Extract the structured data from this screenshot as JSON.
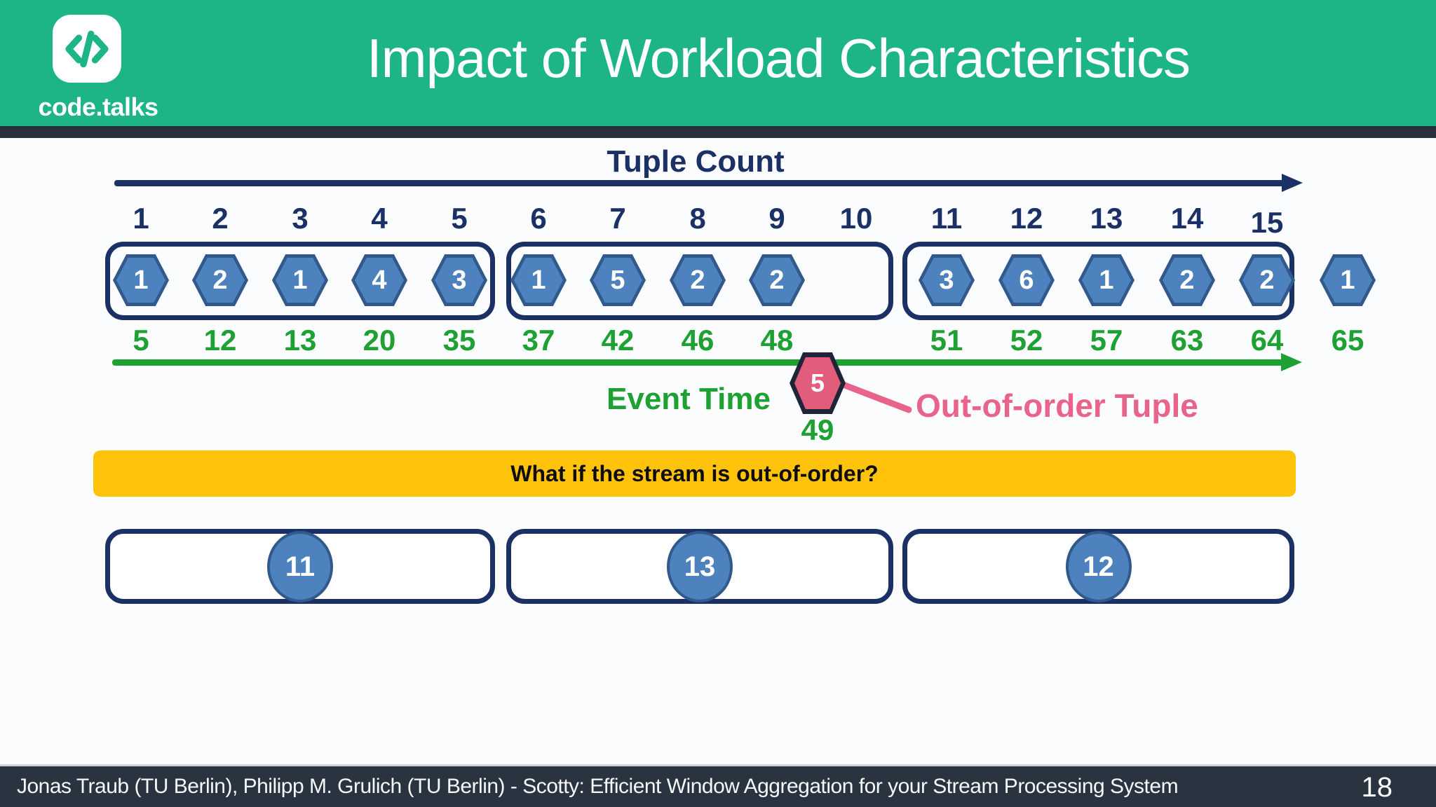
{
  "header": {
    "logo_text": "code.talks",
    "title": "Impact of Workload Characteristics"
  },
  "stream_diagram": {
    "tuple_count_axis": {
      "label": "Tuple Count",
      "ticks": [
        "1",
        "2",
        "3",
        "4",
        "5",
        "6",
        "7",
        "8",
        "9",
        "10",
        "11",
        "12",
        "13",
        "14",
        "15"
      ]
    },
    "windows": [
      {
        "tuples": [
          {
            "col": 1,
            "value": "1"
          },
          {
            "col": 2,
            "value": "2"
          },
          {
            "col": 3,
            "value": "1"
          },
          {
            "col": 4,
            "value": "4"
          },
          {
            "col": 5,
            "value": "3"
          }
        ]
      },
      {
        "tuples": [
          {
            "col": 6,
            "value": "1"
          },
          {
            "col": 7,
            "value": "5"
          },
          {
            "col": 8,
            "value": "2"
          },
          {
            "col": 9,
            "value": "2"
          }
        ]
      },
      {
        "tuples": [
          {
            "col": 11,
            "value": "3"
          },
          {
            "col": 12,
            "value": "6"
          },
          {
            "col": 13,
            "value": "1"
          },
          {
            "col": 14,
            "value": "2"
          },
          {
            "col": 15,
            "value": "2"
          }
        ]
      }
    ],
    "stray_tuple": {
      "col": 16,
      "value": "1"
    },
    "event_time_axis": {
      "label": "Event Time",
      "values": [
        {
          "col": 1,
          "value": "5"
        },
        {
          "col": 2,
          "value": "12"
        },
        {
          "col": 3,
          "value": "13"
        },
        {
          "col": 4,
          "value": "20"
        },
        {
          "col": 5,
          "value": "35"
        },
        {
          "col": 6,
          "value": "37"
        },
        {
          "col": 7,
          "value": "42"
        },
        {
          "col": 8,
          "value": "46"
        },
        {
          "col": 9,
          "value": "48"
        },
        {
          "col": 11,
          "value": "51"
        },
        {
          "col": 12,
          "value": "52"
        },
        {
          "col": 13,
          "value": "57"
        },
        {
          "col": 14,
          "value": "63"
        },
        {
          "col": 15,
          "value": "64"
        },
        {
          "col": 16,
          "value": "65"
        }
      ]
    },
    "out_of_order": {
      "tuple_value": "5",
      "event_time": "49",
      "annotation": "Out-of-order Tuple"
    }
  },
  "banner": {
    "text": "What if the stream is out-of-order?"
  },
  "aggregate_windows": [
    {
      "value": "11"
    },
    {
      "value": "13"
    },
    {
      "value": "12"
    }
  ],
  "footer": {
    "credits": "Jonas Traub (TU Berlin), Philipp M. Grulich (TU Berlin) - Scotty: Efficient Window Aggregation for your Stream Processing System",
    "page_number": "18"
  },
  "colors": {
    "brand_green": "#1EB586",
    "navy": "#1B3064",
    "tuple_blue": "#4E82BE",
    "event_green": "#1EA032",
    "alert_pink": "#E8648A",
    "banner_yellow": "#FFC30B",
    "footer_dark": "#2A3440"
  }
}
